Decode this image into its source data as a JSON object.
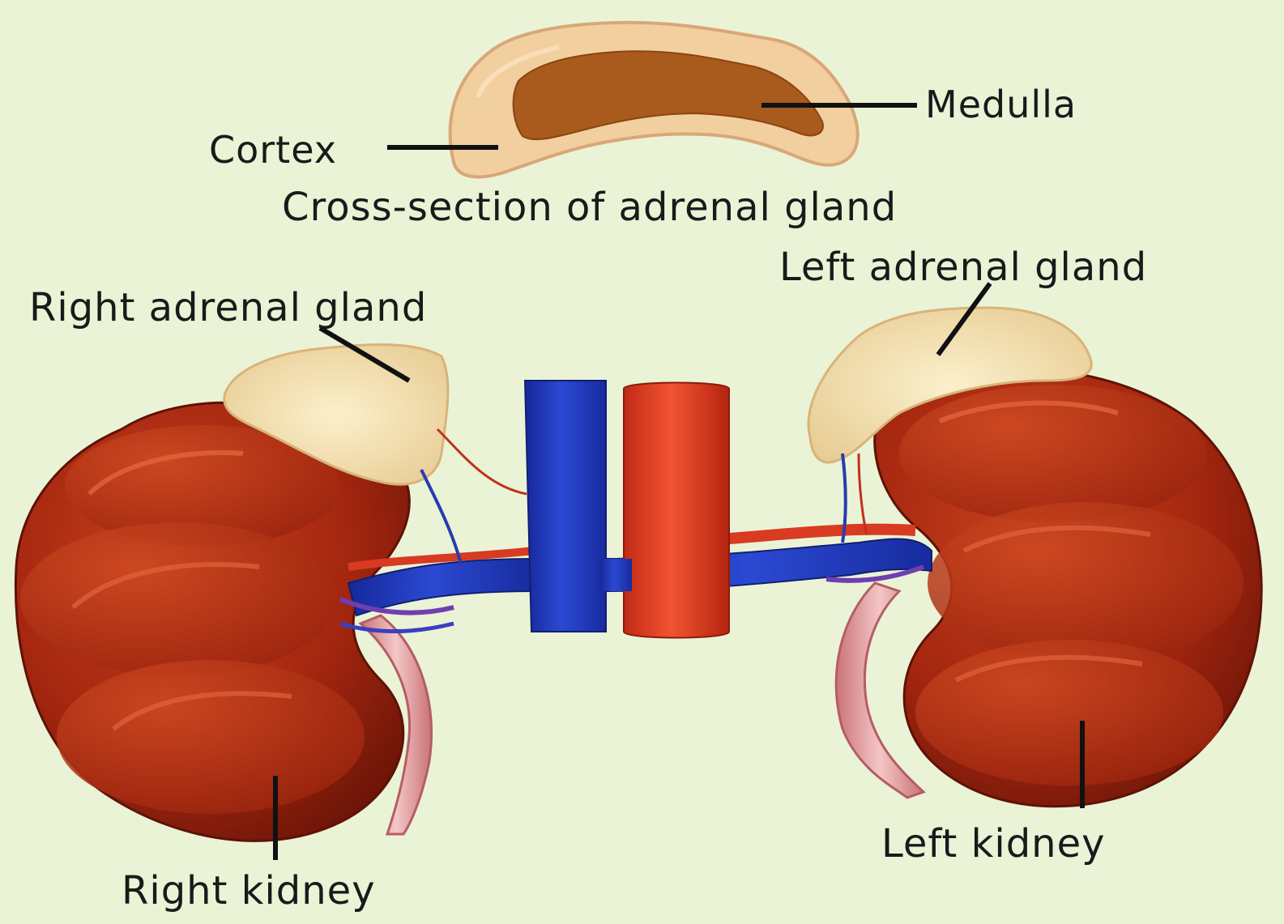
{
  "labels": {
    "cortex": "Cortex",
    "medulla": "Medulla",
    "cross_section_caption": "Cross-section of adrenal gland",
    "left_adrenal_gland": "Left adrenal gland",
    "right_adrenal_gland": "Right adrenal gland",
    "left_kidney": "Left kidney",
    "right_kidney": "Right kidney"
  },
  "colors": {
    "background": "#eaf3d6",
    "kidney": "#a3260f",
    "adrenal_gland": "#f3deb0",
    "medulla": "#a95a1d",
    "vein": "#1f3bb3",
    "artery": "#e03c23",
    "ureter": "#d88b8f"
  }
}
